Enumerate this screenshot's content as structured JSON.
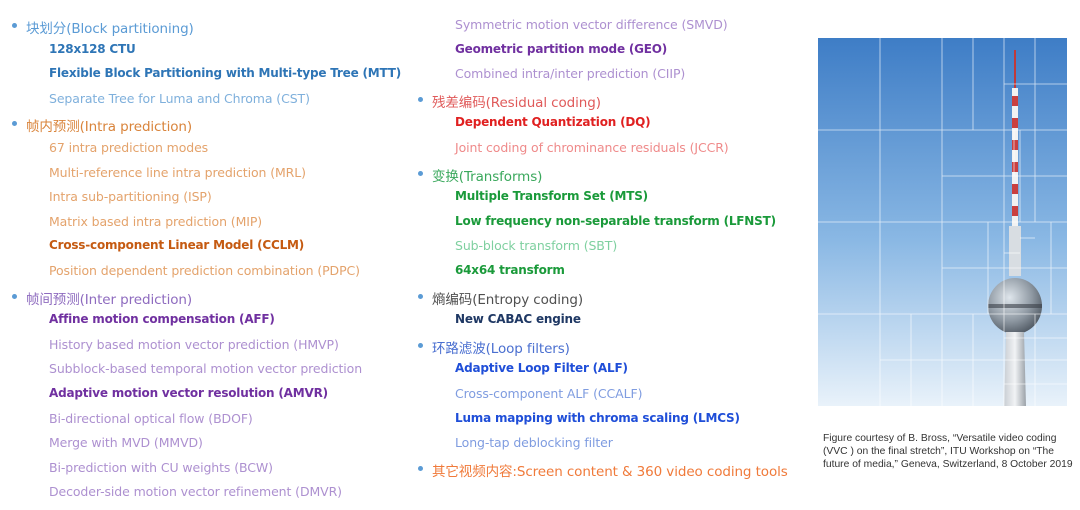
{
  "columns": [
    [
      {
        "text": "块划分(Block partitioning)",
        "color": "#5b9bd5",
        "style": "h",
        "bullet": true
      },
      {
        "text": "128x128 CTU",
        "color": "#2e75b6",
        "style": "b"
      },
      {
        "text": "Flexible Block Partitioning with Multi-type Tree (MTT)",
        "color": "#2e75b6",
        "style": "b"
      },
      {
        "text": "Separate Tree for Luma and Chroma (CST)",
        "color": "#7fb0dc",
        "style": "n"
      },
      {
        "text": "帧内预测(Intra prediction)",
        "color": "#d9843b",
        "style": "h",
        "bullet": true
      },
      {
        "text": "67 intra prediction modes",
        "color": "#e4a36c",
        "style": "n"
      },
      {
        "text": "Multi-reference line intra prediction (MRL)",
        "color": "#e4a36c",
        "style": "n"
      },
      {
        "text": "Intra sub-partitioning (ISP)",
        "color": "#e4a36c",
        "style": "n"
      },
      {
        "text": "Matrix based intra prediction (MIP)",
        "color": "#e4a36c",
        "style": "n"
      },
      {
        "text": "Cross-component Linear Model (CCLM)",
        "color": "#c55a11",
        "style": "b"
      },
      {
        "text": "Position dependent prediction combination (PDPC)",
        "color": "#e4a36c",
        "style": "n"
      },
      {
        "text": "帧间预测(Inter prediction)",
        "color": "#8e6bbf",
        "style": "h",
        "bullet": true
      },
      {
        "text": "Affine motion compensation (AFF)",
        "color": "#7030a0",
        "style": "b"
      },
      {
        "text": "History based motion vector prediction (HMVP)",
        "color": "#ad90d0",
        "style": "n"
      },
      {
        "text": "Subblock-based temporal motion vector prediction",
        "color": "#ad90d0",
        "style": "n"
      },
      {
        "text": "Adaptive motion vector resolution (AMVR)",
        "color": "#7030a0",
        "style": "b"
      },
      {
        "text": "Bi-directional optical flow (BDOF)",
        "color": "#ad90d0",
        "style": "n"
      },
      {
        "text": "Merge with MVD (MMVD)",
        "color": "#ad90d0",
        "style": "n"
      },
      {
        "text": "Bi-prediction with CU weights (BCW)",
        "color": "#ad90d0",
        "style": "n"
      },
      {
        "text": "Decoder-side motion vector refinement (DMVR)",
        "color": "#ad90d0",
        "style": "n"
      }
    ],
    [
      {
        "text": "Symmetric motion vector difference (SMVD)",
        "color": "#ad90d0",
        "style": "n"
      },
      {
        "text": "Geometric partition mode (GEO)",
        "color": "#7030a0",
        "style": "b"
      },
      {
        "text": "Combined intra/inter prediction (CIIP)",
        "color": "#ad90d0",
        "style": "n"
      },
      {
        "text": "残差编码(Residual coding)",
        "color": "#e05a5a",
        "style": "h",
        "bullet": true
      },
      {
        "text": "Dependent Quantization (DQ)",
        "color": "#e02020",
        "style": "b"
      },
      {
        "text": "Joint coding of chrominance residuals (JCCR)",
        "color": "#ef8a8a",
        "style": "n"
      },
      {
        "text": "变换(Transforms)",
        "color": "#3aa85c",
        "style": "h",
        "bullet": true
      },
      {
        "text": "Multiple Transform Set (MTS)",
        "color": "#1a9a3a",
        "style": "b"
      },
      {
        "text": "Low frequency non-separable transform (LFNST)",
        "color": "#1a9a3a",
        "style": "b"
      },
      {
        "text": "Sub-block transform (SBT)",
        "color": "#7fd0a0",
        "style": "n"
      },
      {
        "text": "64x64 transform",
        "color": "#1a9a3a",
        "style": "b"
      },
      {
        "text": "熵编码(Entropy coding)",
        "color": "#505050",
        "style": "h",
        "bullet": true
      },
      {
        "text": "New CABAC engine",
        "color": "#1f3864",
        "style": "b"
      },
      {
        "text": "环路滤波(Loop filters)",
        "color": "#4a6fd0",
        "style": "h",
        "bullet": true
      },
      {
        "text": "Adaptive Loop Filter (ALF)",
        "color": "#1f4ed8",
        "style": "b"
      },
      {
        "text": "Cross-component ALF (CCALF)",
        "color": "#7f9ce0",
        "style": "n"
      },
      {
        "text": "Luma mapping with chroma scaling (LMCS)",
        "color": "#1f4ed8",
        "style": "b"
      },
      {
        "text": "Long-tap deblocking filter",
        "color": "#7f9ce0",
        "style": "n"
      },
      {
        "text": "其它视频内容:Screen content & 360 video coding tools",
        "color": "#f07a3a",
        "style": "h",
        "bullet": true
      }
    ]
  ],
  "caption": "Figure courtesy of B. Bross, “Versatile video coding (VVC ) on the final stretch”, ITU Workshop on “The future of media,” Geneva, Switzerland, 8 October 2019",
  "colors": {
    "bullet_default": "#5b9bd5",
    "sky_top": "#3f7fc8",
    "sky_bottom": "#e7f1fa",
    "tower": "#9aa3aa",
    "antenna_red": "#d03030",
    "grid_line": "#ffffff"
  },
  "icons": {
    "photo": "tv-tower-image"
  }
}
